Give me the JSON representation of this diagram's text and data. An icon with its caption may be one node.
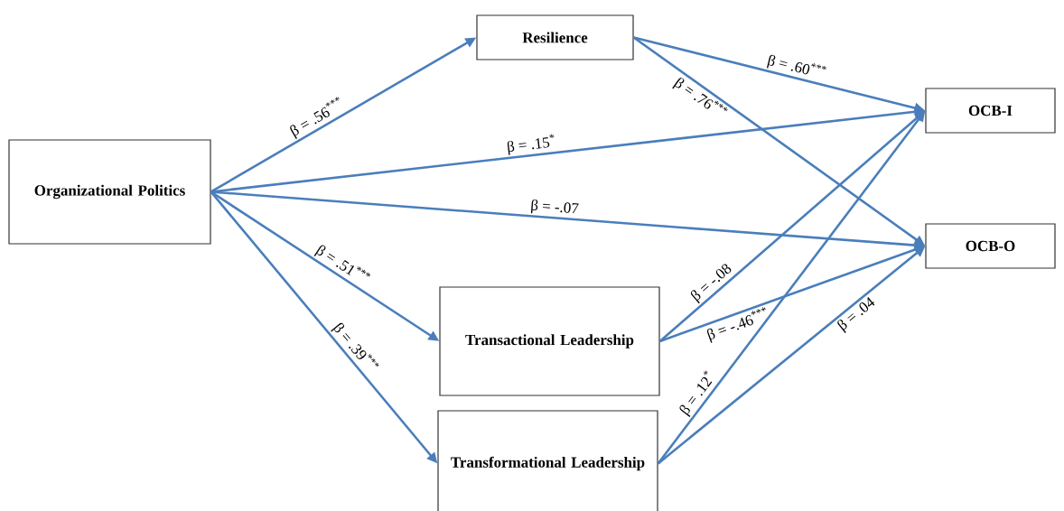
{
  "diagram": {
    "nodes": [
      {
        "text": [
          "Organizational Politics"
        ]
      },
      {
        "text": [
          "Resilience"
        ]
      },
      {
        "text": [
          "OCB-I"
        ]
      },
      {
        "text": [
          "OCB-O"
        ]
      },
      {
        "text": [
          "Transactional Leadership"
        ]
      },
      {
        "text": [
          "Transformational Leadership"
        ]
      }
    ],
    "edges": [
      {
        "from": 0,
        "to": 1,
        "arrow": "to",
        "label": "β = .56$^{***}$"
      },
      {
        "from": 0,
        "to": 2,
        "arrow": "to",
        "label": "β = .15$^{*}$"
      },
      {
        "from": 0,
        "to": 3,
        "arrow": "to",
        "label": "β = -.07"
      },
      {
        "from": 0,
        "to": 4,
        "arrow": "to",
        "label": "β = .51$^{***}$"
      },
      {
        "from": 0,
        "to": 5,
        "arrow": "to",
        "label": "β = .39$^{***}$"
      },
      {
        "from": 1,
        "to": 2,
        "arrow": "to",
        "label": "β = .60$^{***}$"
      },
      {
        "from": 1,
        "to": 3,
        "arrow": "to",
        "label": "β = .76$^{***}$"
      },
      {
        "from": 4,
        "to": 2,
        "arrow": "to",
        "label": "β = -.08"
      },
      {
        "from": 4,
        "to": 3,
        "arrow": "to",
        "label": "β = -.46$^{***}$"
      },
      {
        "from": 5,
        "to": 2,
        "arrow": "to",
        "label": "β = .12$^{*}$"
      },
      {
        "from": 5,
        "to": 3,
        "arrow": "to",
        "label": "β = .04"
      }
    ]
  }
}
